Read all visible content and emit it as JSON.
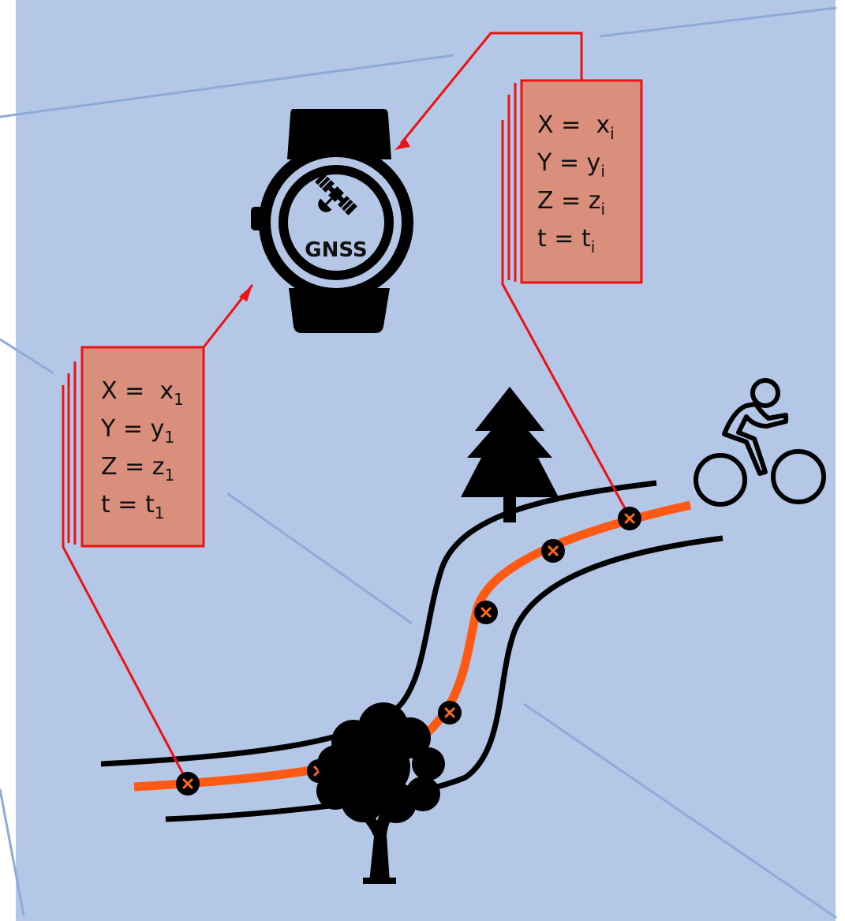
{
  "colors": {
    "background": "#b4c7e7",
    "grid_line": "#8eaadb",
    "trail_edge": "#000000",
    "track": "#ff5a14",
    "callout_fill": "#d98f7c",
    "callout_border": "#ff0000",
    "leader": "#ee1111",
    "marker": "#000000",
    "marker_cross": "#ff6a1a",
    "icon": "#000000"
  },
  "watch": {
    "label": "GNSS",
    "icon": "satellite-icon"
  },
  "callout_first": {
    "lines": [
      {
        "var": "X",
        "eq": " =  ",
        "val": "x",
        "sub": "1"
      },
      {
        "var": "Y",
        "eq": " = ",
        "val": "y",
        "sub": "1"
      },
      {
        "var": "Z",
        "eq": " = ",
        "val": "z",
        "sub": "1"
      },
      {
        "var": "t",
        "eq": " = ",
        "val": "t",
        "sub": "1"
      }
    ]
  },
  "callout_i": {
    "lines": [
      {
        "var": "X",
        "eq": " =  ",
        "val": "x",
        "sub": "i"
      },
      {
        "var": "Y",
        "eq": " = ",
        "val": "y",
        "sub": "i"
      },
      {
        "var": "Z",
        "eq": " = ",
        "val": "z",
        "sub": "i"
      },
      {
        "var": "t",
        "eq": " = ",
        "val": "t",
        "sub": "i"
      }
    ]
  },
  "icons": [
    "watch-icon",
    "satellite-icon",
    "pine-tree-icon",
    "oak-tree-icon",
    "cyclist-icon"
  ],
  "track_points": 6
}
